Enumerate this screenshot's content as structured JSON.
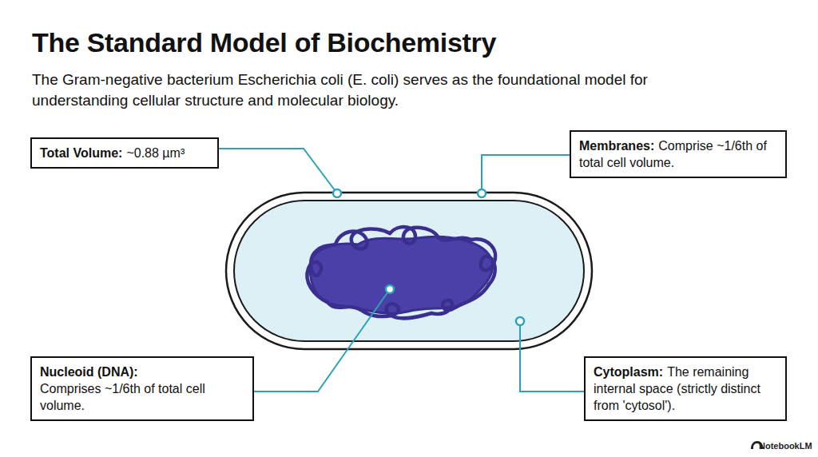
{
  "diagram": {
    "title": "The Standard Model of Biochemistry",
    "caption": "The Gram-negative bacterium Escherichia coli (E. coli) serves as the foundational model for understanding cellular structure and molecular biology.",
    "nodes": [
      {
        "text": [
          "Total Volume:",
          "~0.88 µm³"
        ]
      },
      {
        "text": [
          "Membranes:",
          "Comprise ~1/6th of total cell volume."
        ]
      },
      {
        "text": [
          "Nucleoid (DNA):",
          "Comprises ~1/6th of total cell volume."
        ]
      },
      {
        "text": [
          "Cytoplasm:",
          "The remaining internal space (strictly distinct from 'cytosol')."
        ]
      }
    ],
    "edges": [],
    "labels": [
      "NotebookLM"
    ]
  }
}
